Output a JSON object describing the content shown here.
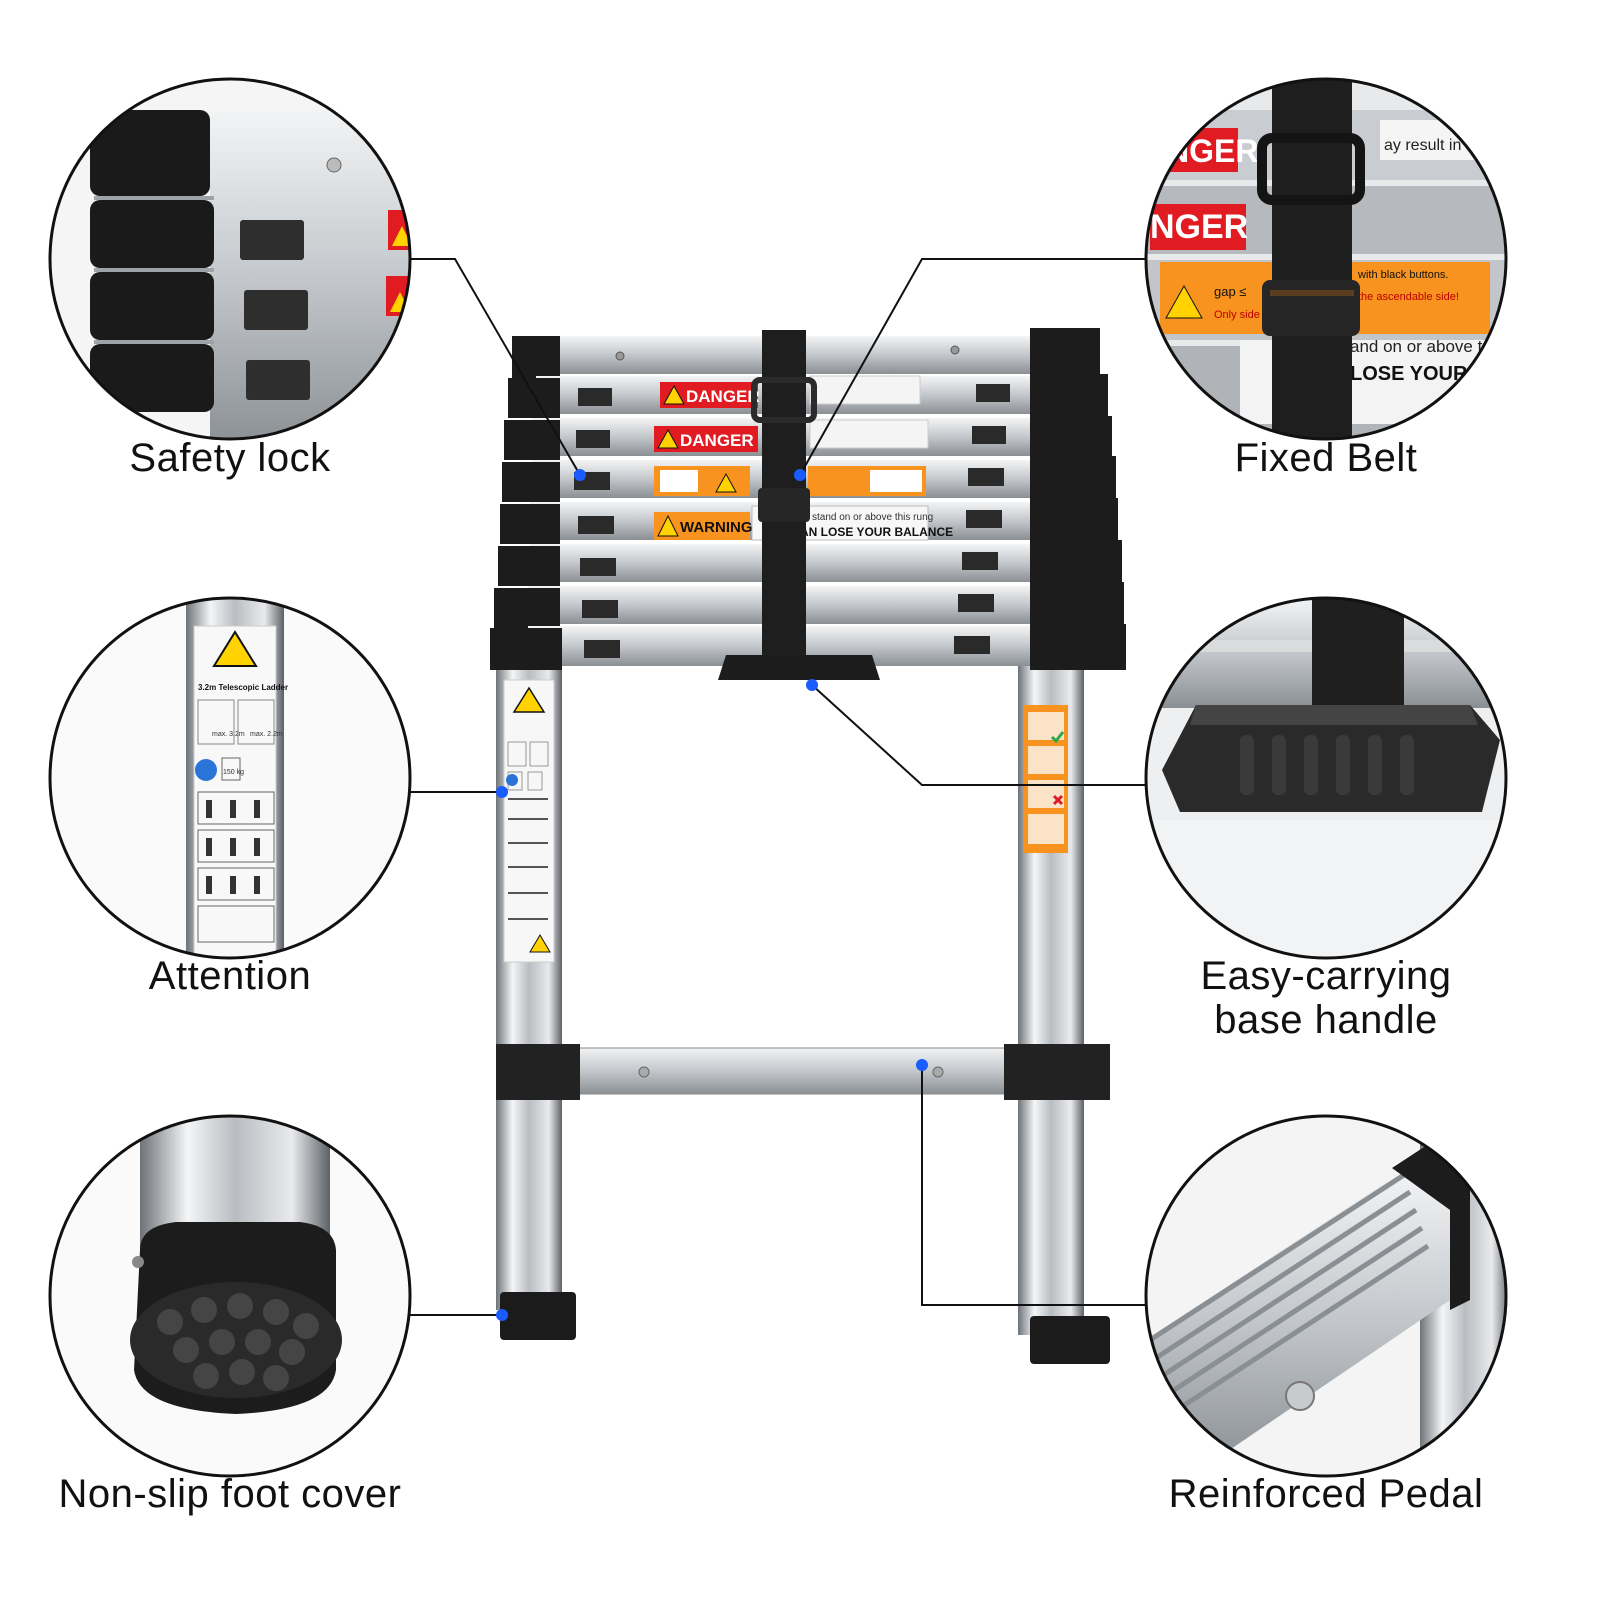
{
  "features": {
    "safety_lock": "Safety lock",
    "fixed_belt": "Fixed Belt",
    "attention": "Attention",
    "easy_carry_line1": "Easy-carrying",
    "easy_carry_line2": "base handle",
    "foot_cover": "Non-slip foot cover",
    "pedal": "Reinforced Pedal"
  },
  "stickers": {
    "danger": "DANGER",
    "warning": "WARNING",
    "balance": "YOU CAN LOSE YOUR BALANCE",
    "stand_on": "stand on or above this rung",
    "ladder_name": "3.2m Telescopic Ladder",
    "zoom_danger": "NGER",
    "zoom_lose": "LOSE YOUR",
    "zoom_stand": "and on or above t",
    "zoom_result": "ay result in",
    "zoom_black": "with black buttons.",
    "zoom_side": "the ascendable side!",
    "zoom_only": "Only side",
    "zoom_gap": "gap ≤",
    "max_a": "max. 3.2m",
    "max_b": "max. 2.2m",
    "weight": "150 kg"
  },
  "colors": {
    "marker": "#1a5cff",
    "danger_red": "#e01b22",
    "warning_orange": "#f7931e"
  }
}
